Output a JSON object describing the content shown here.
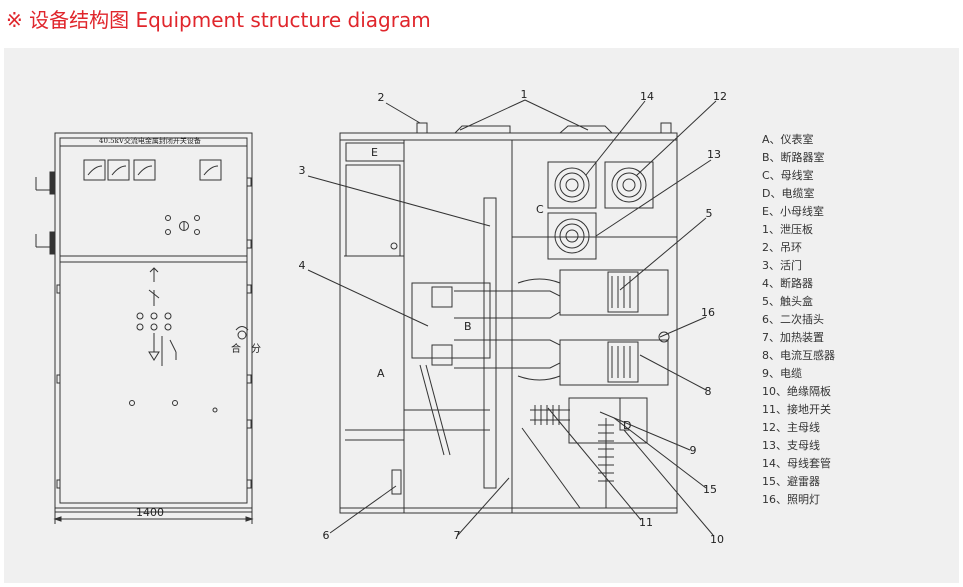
{
  "title": "※ 设备结构图 Equipment structure diagram",
  "front_view": {
    "nameplate": "40.5kV交流电金属封闭开关设备",
    "width_label": "1400",
    "switch_labels": {
      "close": "合",
      "open": "分"
    }
  },
  "side_view": {
    "compartment_letters": [
      "A",
      "B",
      "C",
      "D",
      "E"
    ],
    "callouts": [
      "1",
      "2",
      "3",
      "4",
      "5",
      "6",
      "7",
      "8",
      "9",
      "10",
      "11",
      "12",
      "13",
      "14",
      "15",
      "16"
    ]
  },
  "legend": [
    "A、仪表室",
    "B、断路器室",
    "C、母线室",
    "D、电缆室",
    "E、小母线室",
    "1、泄压板",
    "2、吊环",
    "3、活门",
    "4、断路器",
    "5、触头盒",
    "6、二次插头",
    "7、加热装置",
    "8、电流互感器",
    "9、电缆",
    "10、绝缘隔板",
    "11、接地开关",
    "12、主母线",
    "13、支母线",
    "14、母线套管",
    "15、避雷器",
    "16、照明灯"
  ]
}
